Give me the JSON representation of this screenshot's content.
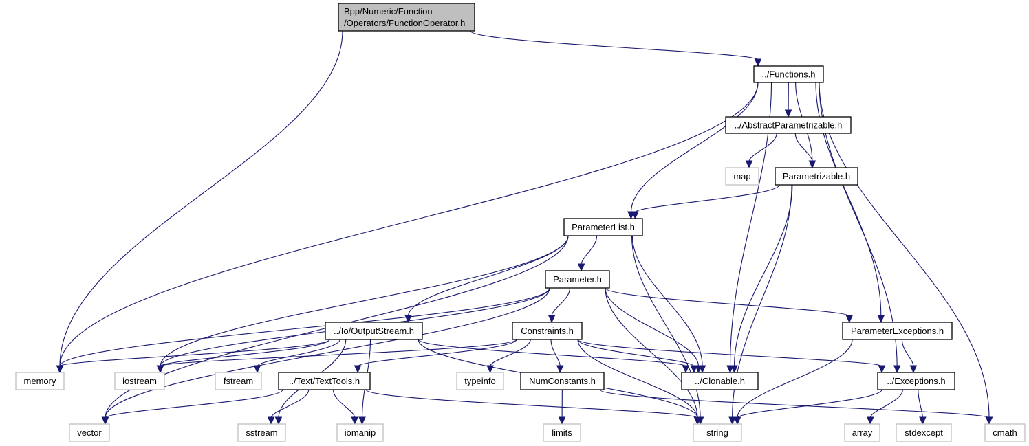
{
  "graph": {
    "type": "include-dependency-graph",
    "colors": {
      "edge": "#191970",
      "root_fill": "#bfbfbf",
      "local_border": "#000000",
      "system_border": "#bfbfbf"
    },
    "nodes": [
      {
        "id": "root",
        "kind": "root",
        "lines": [
          "Bpp/Numeric/Function",
          "/Operators/FunctionOperator.h"
        ]
      },
      {
        "id": "functions",
        "kind": "local",
        "lines": [
          "../Functions.h"
        ]
      },
      {
        "id": "abstractparam",
        "kind": "local",
        "lines": [
          "../AbstractParametrizable.h"
        ]
      },
      {
        "id": "map",
        "kind": "system",
        "lines": [
          "map"
        ]
      },
      {
        "id": "parametrizable",
        "kind": "local",
        "lines": [
          "Parametrizable.h"
        ]
      },
      {
        "id": "paramlist",
        "kind": "local",
        "lines": [
          "ParameterList.h"
        ]
      },
      {
        "id": "parameter",
        "kind": "local",
        "lines": [
          "Parameter.h"
        ]
      },
      {
        "id": "outputstream",
        "kind": "local",
        "lines": [
          "../Io/OutputStream.h"
        ]
      },
      {
        "id": "constraints",
        "kind": "local",
        "lines": [
          "Constraints.h"
        ]
      },
      {
        "id": "paramexceptions",
        "kind": "local",
        "lines": [
          "ParameterExceptions.h"
        ]
      },
      {
        "id": "memory",
        "kind": "system",
        "lines": [
          "memory"
        ]
      },
      {
        "id": "iostream",
        "kind": "system",
        "lines": [
          "iostream"
        ]
      },
      {
        "id": "fstream",
        "kind": "system",
        "lines": [
          "fstream"
        ]
      },
      {
        "id": "texttools",
        "kind": "local",
        "lines": [
          "../Text/TextTools.h"
        ]
      },
      {
        "id": "typeinfo",
        "kind": "system",
        "lines": [
          "typeinfo"
        ]
      },
      {
        "id": "numconstants",
        "kind": "local",
        "lines": [
          "NumConstants.h"
        ]
      },
      {
        "id": "clonable",
        "kind": "local",
        "lines": [
          "../Clonable.h"
        ]
      },
      {
        "id": "exceptions",
        "kind": "local",
        "lines": [
          "../Exceptions.h"
        ]
      },
      {
        "id": "vector",
        "kind": "system",
        "lines": [
          "vector"
        ]
      },
      {
        "id": "sstream",
        "kind": "system",
        "lines": [
          "sstream"
        ]
      },
      {
        "id": "iomanip",
        "kind": "system",
        "lines": [
          "iomanip"
        ]
      },
      {
        "id": "limits",
        "kind": "system",
        "lines": [
          "limits"
        ]
      },
      {
        "id": "string",
        "kind": "system",
        "lines": [
          "string"
        ]
      },
      {
        "id": "array",
        "kind": "system",
        "lines": [
          "array"
        ]
      },
      {
        "id": "stdexcept",
        "kind": "system",
        "lines": [
          "stdexcept"
        ]
      },
      {
        "id": "cmath",
        "kind": "system",
        "lines": [
          "cmath"
        ]
      }
    ],
    "edges": [
      [
        "root",
        "memory"
      ],
      [
        "root",
        "functions"
      ],
      [
        "functions",
        "memory"
      ],
      [
        "functions",
        "paramlist"
      ],
      [
        "functions",
        "clonable"
      ],
      [
        "functions",
        "abstractparam"
      ],
      [
        "functions",
        "parametrizable"
      ],
      [
        "functions",
        "paramexceptions"
      ],
      [
        "functions",
        "exceptions"
      ],
      [
        "functions",
        "cmath"
      ],
      [
        "abstractparam",
        "map"
      ],
      [
        "abstractparam",
        "parametrizable"
      ],
      [
        "parametrizable",
        "paramlist"
      ],
      [
        "parametrizable",
        "clonable"
      ],
      [
        "parametrizable",
        "string"
      ],
      [
        "paramlist",
        "vector"
      ],
      [
        "paramlist",
        "iostream"
      ],
      [
        "paramlist",
        "outputstream"
      ],
      [
        "paramlist",
        "parameter"
      ],
      [
        "paramlist",
        "clonable"
      ],
      [
        "paramlist",
        "string"
      ],
      [
        "parameter",
        "memory"
      ],
      [
        "parameter",
        "iostream"
      ],
      [
        "parameter",
        "vector"
      ],
      [
        "parameter",
        "constraints"
      ],
      [
        "parameter",
        "paramexceptions"
      ],
      [
        "parameter",
        "clonable"
      ],
      [
        "parameter",
        "string"
      ],
      [
        "outputstream",
        "memory"
      ],
      [
        "outputstream",
        "iostream"
      ],
      [
        "outputstream",
        "fstream"
      ],
      [
        "outputstream",
        "sstream"
      ],
      [
        "outputstream",
        "iomanip"
      ],
      [
        "outputstream",
        "string"
      ],
      [
        "outputstream",
        "clonable"
      ],
      [
        "constraints",
        "iostream"
      ],
      [
        "constraints",
        "texttools"
      ],
      [
        "constraints",
        "typeinfo"
      ],
      [
        "constraints",
        "numconstants"
      ],
      [
        "constraints",
        "clonable"
      ],
      [
        "constraints",
        "string"
      ],
      [
        "constraints",
        "exceptions"
      ],
      [
        "paramexceptions",
        "string"
      ],
      [
        "paramexceptions",
        "exceptions"
      ],
      [
        "texttools",
        "vector"
      ],
      [
        "texttools",
        "sstream"
      ],
      [
        "texttools",
        "iomanip"
      ],
      [
        "texttools",
        "string"
      ],
      [
        "numconstants",
        "limits"
      ],
      [
        "numconstants",
        "cmath"
      ],
      [
        "exceptions",
        "string"
      ],
      [
        "exceptions",
        "array"
      ],
      [
        "exceptions",
        "stdexcept"
      ]
    ]
  }
}
